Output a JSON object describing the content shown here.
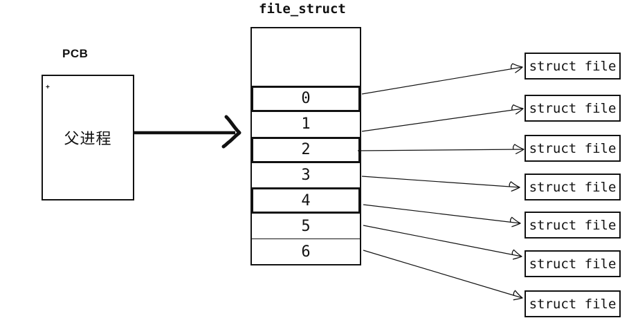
{
  "diagram": {
    "colors": {
      "ink": "#111111",
      "background": "#ffffff"
    },
    "pcb": {
      "title": "PCB",
      "label": "父进程",
      "corner_mark": "+"
    },
    "file_struct": {
      "title": "file_struct",
      "rows": [
        {
          "label": "0",
          "emphasis": true
        },
        {
          "label": "1",
          "emphasis": false
        },
        {
          "label": "2",
          "emphasis": true
        },
        {
          "label": "3",
          "emphasis": false
        },
        {
          "label": "4",
          "emphasis": true
        },
        {
          "label": "5",
          "emphasis": false
        },
        {
          "label": "6",
          "emphasis": false
        }
      ]
    },
    "struct_files": [
      {
        "label": "struct file"
      },
      {
        "label": "struct file"
      },
      {
        "label": "struct file"
      },
      {
        "label": "struct file"
      },
      {
        "label": "struct file"
      },
      {
        "label": "struct file"
      },
      {
        "label": "struct file"
      }
    ]
  }
}
